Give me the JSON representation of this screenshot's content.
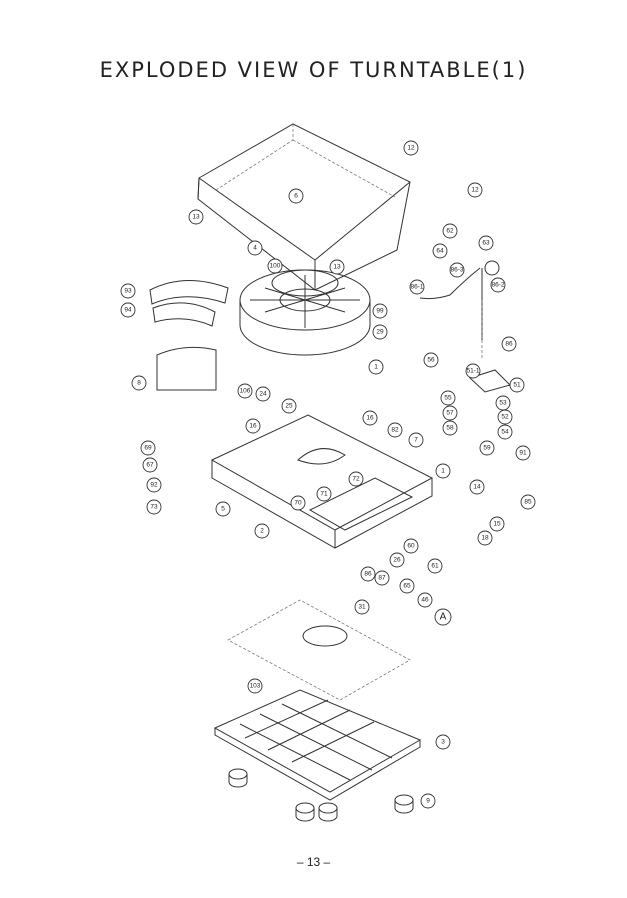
{
  "title": "EXPLODED VIEW OF TURNTABLE(1)",
  "page_number": "– 13 –",
  "callouts": [
    "12",
    "12",
    "6",
    "13",
    "4",
    "100",
    "13",
    "93",
    "94",
    "99",
    "29",
    "8",
    "1",
    "86-1",
    "86-3",
    "86-2",
    "62",
    "63",
    "64",
    "86",
    "56",
    "51-1",
    "51",
    "55",
    "53",
    "57",
    "52",
    "58",
    "54",
    "59",
    "91",
    "85",
    "14",
    "15",
    "18",
    "106",
    "24",
    "25",
    "16",
    "16",
    "82",
    "7",
    "1",
    "69",
    "67",
    "92",
    "73",
    "5",
    "2",
    "70",
    "71",
    "72",
    "60",
    "26",
    "86",
    "87",
    "61",
    "65",
    "31",
    "46",
    "A",
    "103",
    "3",
    "9"
  ]
}
